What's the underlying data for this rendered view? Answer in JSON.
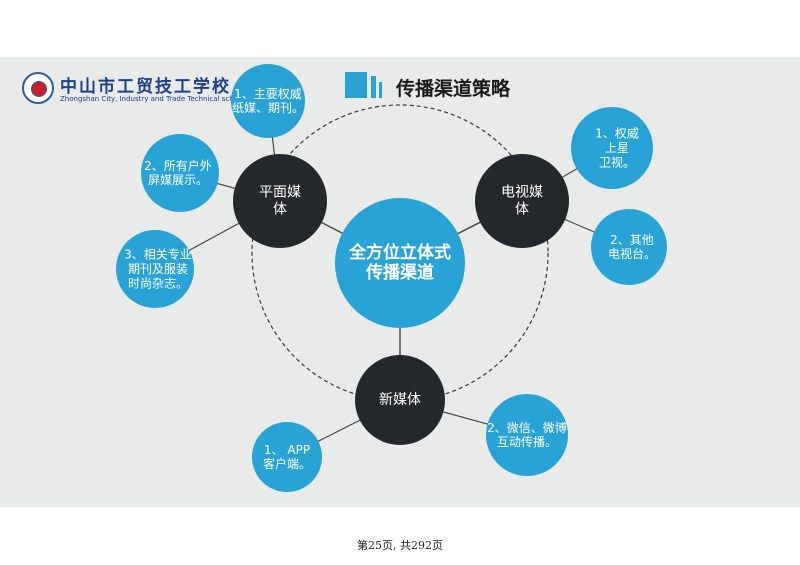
{
  "header": {
    "school_name_cn": "中山市工贸技工学校",
    "school_name_en": "Zhongshan City, Industry and Trade Technical school",
    "slide_title": "传播渠道策略"
  },
  "diagram": {
    "center": [
      "全方位立体式",
      "传播渠道"
    ],
    "hubs": [
      {
        "id": "print",
        "label": [
          "平面媒",
          "体"
        ]
      },
      {
        "id": "tv",
        "label": [
          "电视媒",
          "体"
        ]
      },
      {
        "id": "new",
        "label": [
          "新媒体"
        ]
      }
    ],
    "leaves": [
      {
        "hub": "print",
        "label": [
          "1、主要权威",
          "纸媒、期刊。"
        ]
      },
      {
        "hub": "print",
        "label": [
          "2、所有户外",
          "屏媒展示。"
        ]
      },
      {
        "hub": "print",
        "label": [
          "3、相关专业",
          "期刊及服装",
          "时尚杂志。"
        ]
      },
      {
        "hub": "tv",
        "label": [
          "1、权威",
          "上星",
          "卫视。"
        ]
      },
      {
        "hub": "tv",
        "label": [
          "2、其他",
          "电视台。"
        ]
      },
      {
        "hub": "new",
        "label": [
          "1、 APP",
          "客户端。"
        ]
      },
      {
        "hub": "new",
        "label": [
          "2、微信、微博",
          "互动传播。"
        ]
      }
    ],
    "colors": {
      "accent": "#29a3d6",
      "hub": "#24282b",
      "line": "#4a4a4a"
    }
  },
  "footer": {
    "page_text": "第25页, 共292页"
  }
}
